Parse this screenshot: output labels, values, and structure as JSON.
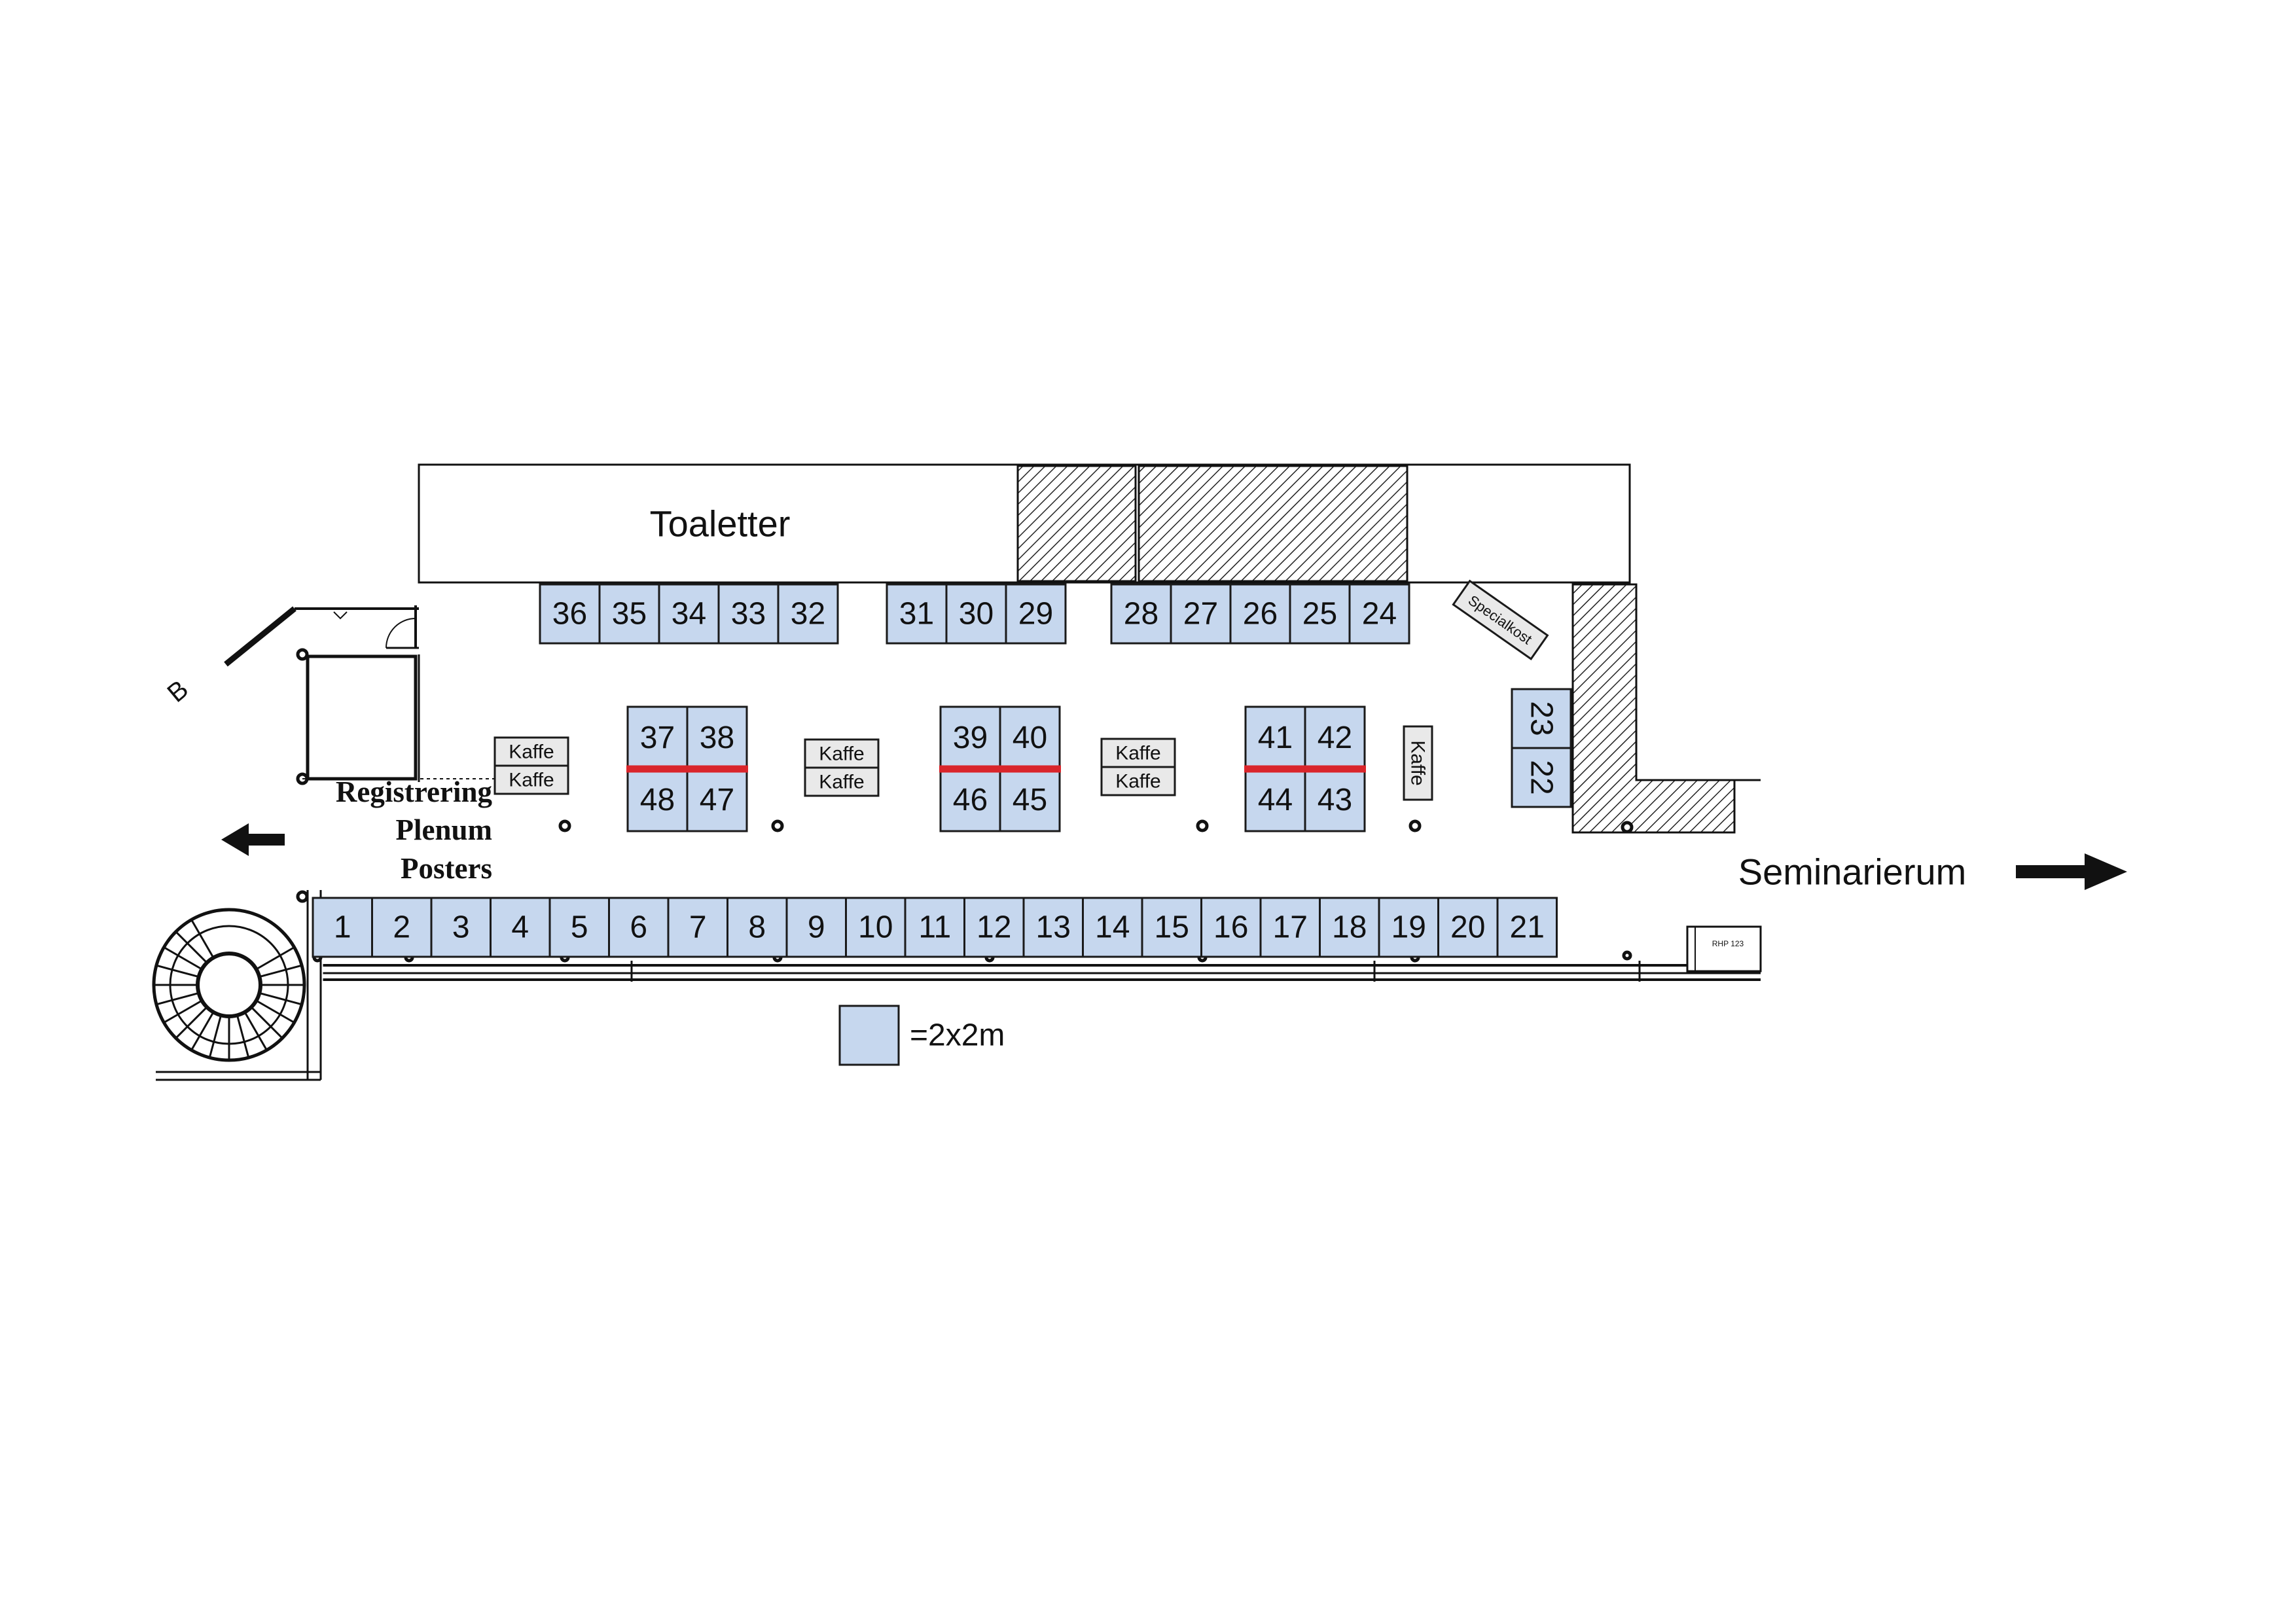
{
  "labels": {
    "toaletter": "Toaletter",
    "seminarierum": "Seminarierum",
    "registrering": "Registrering",
    "plenum": "Plenum",
    "posters": "Posters",
    "door_b": "B",
    "specialkost": "Specialkost",
    "kaffe": "Kaffe",
    "room_tag": "RHP 123"
  },
  "legend": {
    "text": "=2x2m",
    "swatch_color": "#c6d7ee"
  },
  "colors": {
    "booth_fill": "#c6d7ee",
    "divider_red": "#d9252b",
    "kaffe_fill": "#e9e9e9"
  },
  "icons": {
    "left_arrow": "arrow-left-icon",
    "right_arrow": "arrow-right-icon",
    "stairs": "spiral-staircase-icon"
  },
  "booths": {
    "bottom_row": [
      "1",
      "2",
      "3",
      "4",
      "5",
      "6",
      "7",
      "8",
      "9",
      "10",
      "11",
      "12",
      "13",
      "14",
      "15",
      "16",
      "17",
      "18",
      "19",
      "20",
      "21"
    ],
    "top_row_a": [
      "36",
      "35",
      "34",
      "33",
      "32"
    ],
    "top_row_b": [
      "31",
      "30",
      "29"
    ],
    "top_row_c": [
      "28",
      "27",
      "26",
      "25",
      "24"
    ],
    "right_column": [
      "23",
      "22"
    ],
    "island_1": [
      "37",
      "38",
      "48",
      "47"
    ],
    "island_2": [
      "39",
      "40",
      "46",
      "45"
    ],
    "island_3": [
      "41",
      "42",
      "44",
      "43"
    ]
  }
}
